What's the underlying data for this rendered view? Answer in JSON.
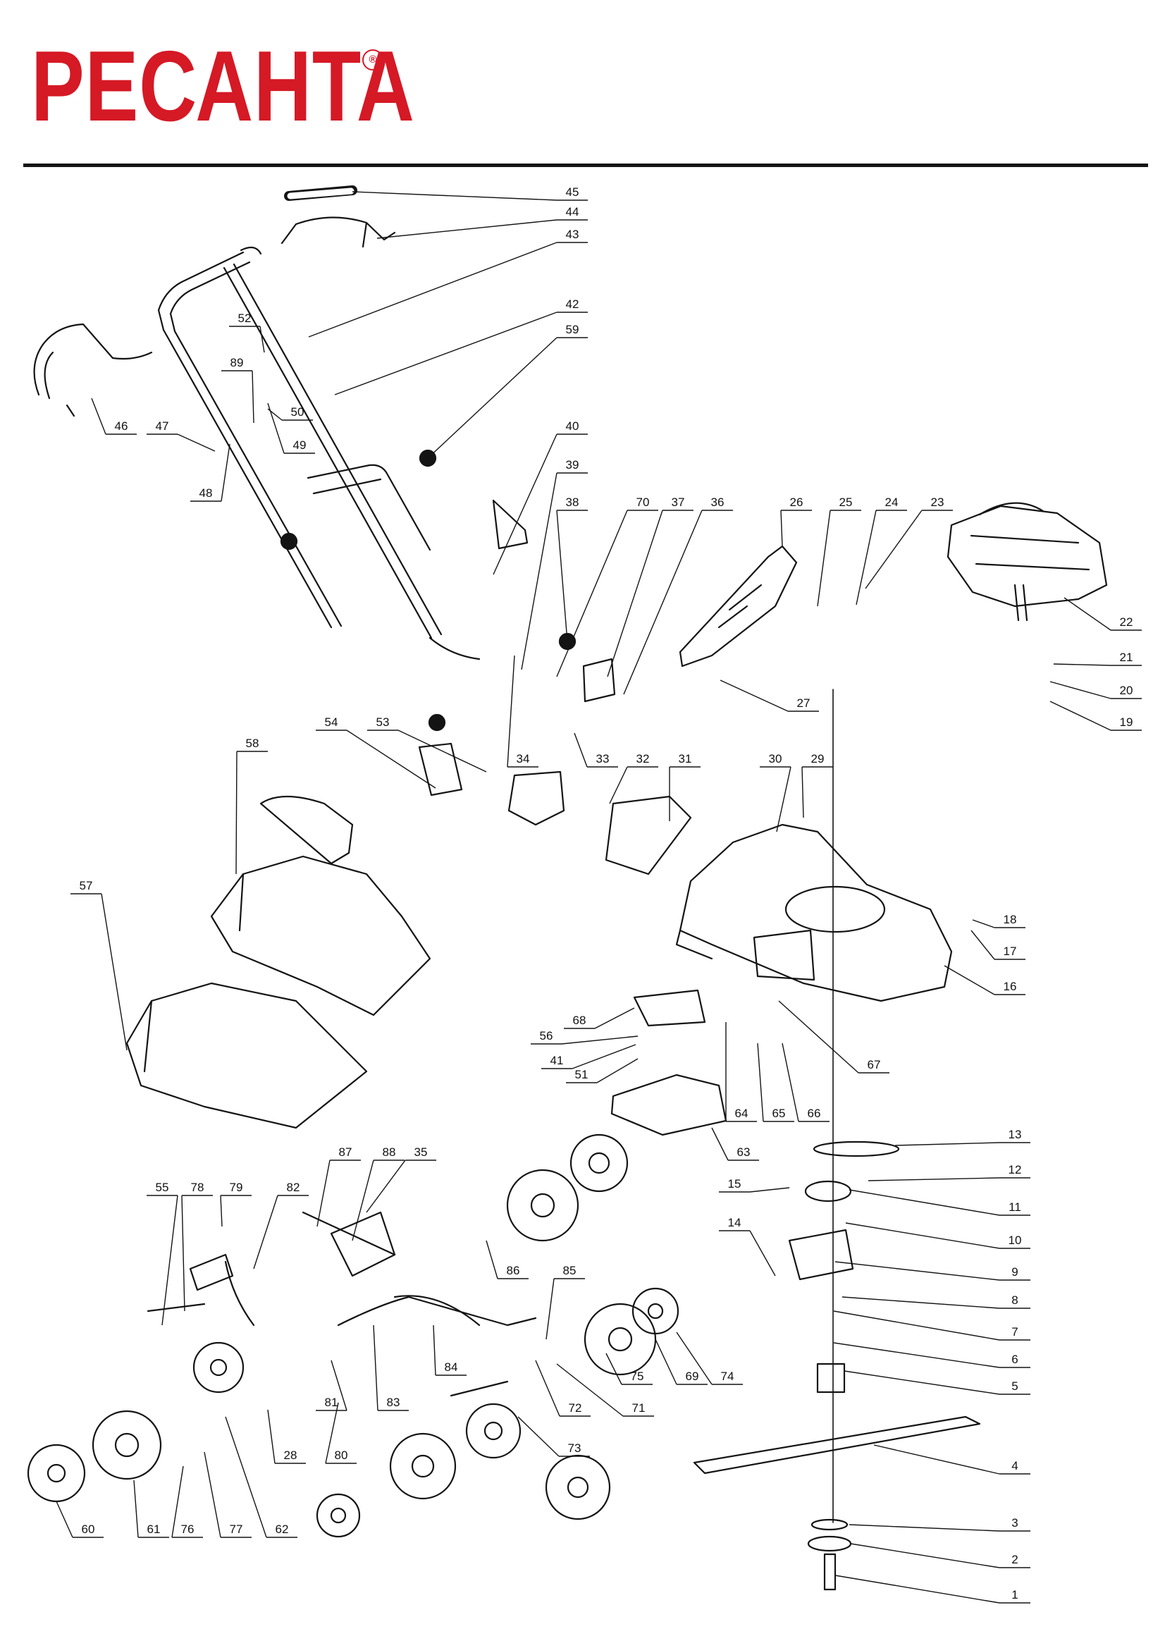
{
  "brand": {
    "name": "РЕСАНТА",
    "registered_mark": "®"
  },
  "diagram": {
    "type": "exploded-parts-view",
    "colors": {
      "brand_red": "#d51925",
      "line": "#141414"
    },
    "parts": [
      {
        "n": "1",
        "component": "blade-bolt"
      },
      {
        "n": "2",
        "component": "washer"
      },
      {
        "n": "3",
        "component": "washer"
      },
      {
        "n": "4",
        "component": "blade"
      },
      {
        "n": "5",
        "component": "blade-adapter"
      },
      {
        "n": "6",
        "component": "bushing"
      },
      {
        "n": "7",
        "component": "key"
      },
      {
        "n": "8",
        "component": "screw"
      },
      {
        "n": "9",
        "component": "gear-cover"
      },
      {
        "n": "10",
        "component": "nut"
      },
      {
        "n": "11",
        "component": "pulley"
      },
      {
        "n": "12",
        "component": "nut"
      },
      {
        "n": "13",
        "component": "drive-belt"
      },
      {
        "n": "14",
        "component": "screw"
      },
      {
        "n": "15",
        "component": "belt-guide"
      },
      {
        "n": "16",
        "component": "deck"
      },
      {
        "n": "17",
        "component": "bolt"
      },
      {
        "n": "18",
        "component": "nut"
      },
      {
        "n": "19",
        "component": "engine-bolt"
      },
      {
        "n": "20",
        "component": "washer"
      },
      {
        "n": "21",
        "component": "washer"
      },
      {
        "n": "22",
        "component": "engine"
      },
      {
        "n": "23",
        "component": "cable-end"
      },
      {
        "n": "24",
        "component": "spring"
      },
      {
        "n": "25",
        "component": "drive-cable"
      },
      {
        "n": "26",
        "component": "belt-cover"
      },
      {
        "n": "27",
        "component": "cable-clip"
      },
      {
        "n": "28",
        "component": "bushing"
      },
      {
        "n": "29",
        "component": "bracket"
      },
      {
        "n": "30",
        "component": "nut"
      },
      {
        "n": "31",
        "component": "rear-flap"
      },
      {
        "n": "32",
        "component": "flap-bracket"
      },
      {
        "n": "33",
        "component": "nut"
      },
      {
        "n": "34",
        "component": "bolt"
      },
      {
        "n": "35",
        "component": "spring"
      },
      {
        "n": "36",
        "component": "bolt"
      },
      {
        "n": "37",
        "component": "handle-bracket"
      },
      {
        "n": "38",
        "component": "knob"
      },
      {
        "n": "39",
        "component": "lower-handle"
      },
      {
        "n": "40",
        "component": "cable-clip"
      },
      {
        "n": "41",
        "component": "screw"
      },
      {
        "n": "42",
        "component": "upper-handle"
      },
      {
        "n": "43",
        "component": "bolt"
      },
      {
        "n": "44",
        "component": "drive-bail"
      },
      {
        "n": "45",
        "component": "grip"
      },
      {
        "n": "46",
        "component": "brake-bail"
      },
      {
        "n": "47",
        "component": "clip"
      },
      {
        "n": "48",
        "component": "nut"
      },
      {
        "n": "49",
        "component": "washer"
      },
      {
        "n": "50",
        "component": "screw"
      },
      {
        "n": "51",
        "component": "spring-clip"
      },
      {
        "n": "52",
        "component": "cable-guide"
      },
      {
        "n": "53",
        "component": "spring"
      },
      {
        "n": "54",
        "component": "height-lever-bracket"
      },
      {
        "n": "55",
        "component": "screw"
      },
      {
        "n": "56",
        "component": "nut"
      },
      {
        "n": "57",
        "component": "grass-bag-bottom"
      },
      {
        "n": "58",
        "component": "grass-bag-top"
      },
      {
        "n": "59",
        "component": "knob"
      },
      {
        "n": "60",
        "component": "hubcap"
      },
      {
        "n": "61",
        "component": "rear-wheel"
      },
      {
        "n": "62",
        "component": "wheel-disc"
      },
      {
        "n": "63",
        "component": "discharge-chute"
      },
      {
        "n": "64",
        "component": "spring"
      },
      {
        "n": "65",
        "component": "axle"
      },
      {
        "n": "66",
        "component": "pin"
      },
      {
        "n": "67",
        "component": "cable"
      },
      {
        "n": "68",
        "component": "mulching-plug"
      },
      {
        "n": "69",
        "component": "washer"
      },
      {
        "n": "70",
        "component": "screw"
      },
      {
        "n": "71",
        "component": "washer"
      },
      {
        "n": "72",
        "component": "front-axle"
      },
      {
        "n": "73",
        "component": "nut"
      },
      {
        "n": "74",
        "component": "hubcap"
      },
      {
        "n": "75",
        "component": "front-wheel"
      },
      {
        "n": "76",
        "component": "washer"
      },
      {
        "n": "77",
        "component": "gear"
      },
      {
        "n": "78",
        "component": "height-lever"
      },
      {
        "n": "79",
        "component": "lever-knob"
      },
      {
        "n": "80",
        "component": "bearing"
      },
      {
        "n": "81",
        "component": "nut"
      },
      {
        "n": "82",
        "component": "adjust-rod"
      },
      {
        "n": "83",
        "component": "rear-axle"
      },
      {
        "n": "84",
        "component": "spring"
      },
      {
        "n": "85",
        "component": "pin"
      },
      {
        "n": "86",
        "component": "gear"
      },
      {
        "n": "87",
        "component": "drive-shaft"
      },
      {
        "n": "88",
        "component": "gearbox"
      },
      {
        "n": "89",
        "component": "clamp"
      }
    ]
  }
}
